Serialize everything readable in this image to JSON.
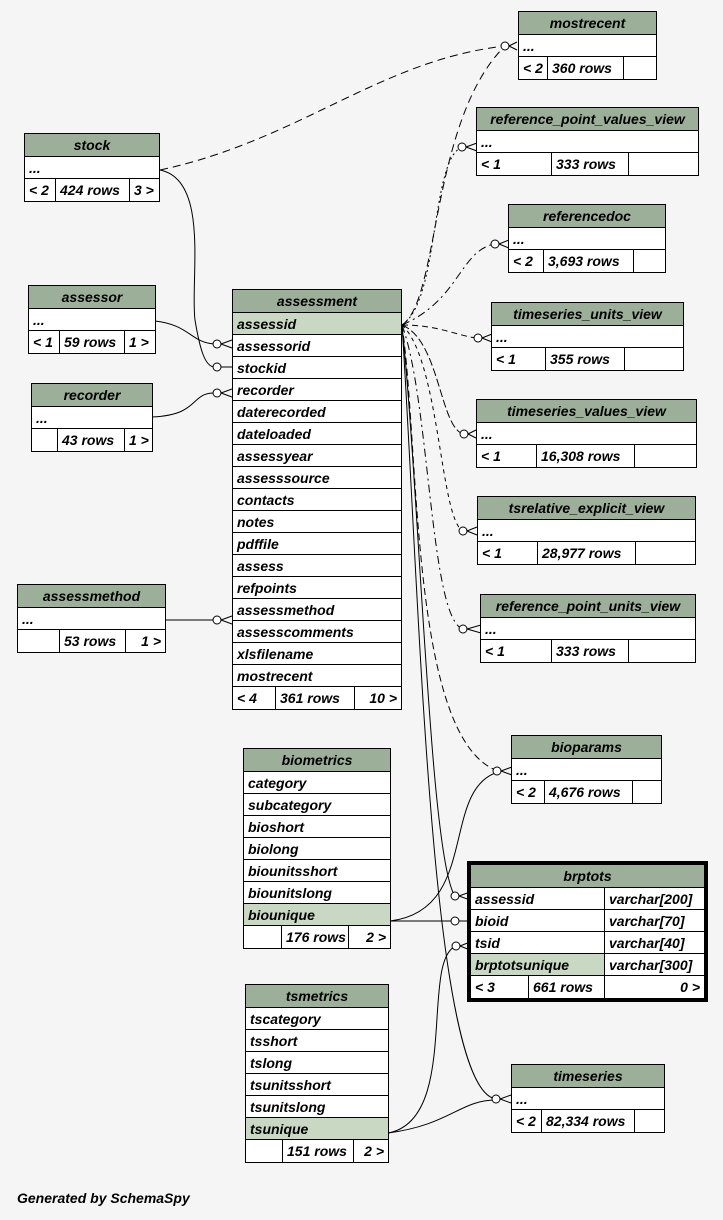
{
  "tables": {
    "mostrecent": {
      "name": "mostrecent",
      "row": "...",
      "foot": [
        "< 2",
        "360 rows",
        ""
      ]
    },
    "stock": {
      "name": "stock",
      "row": "...",
      "foot": [
        "< 2",
        "424 rows",
        "3 >"
      ]
    },
    "reference_point_values_view": {
      "name": "reference_point_values_view",
      "row": "...",
      "foot": [
        "< 1",
        "333 rows",
        ""
      ]
    },
    "referencedoc": {
      "name": "referencedoc",
      "row": "...",
      "foot": [
        "< 2",
        "3,693 rows",
        ""
      ]
    },
    "assessor": {
      "name": "assessor",
      "row": "...",
      "foot": [
        "< 1",
        "59 rows",
        "1 >"
      ]
    },
    "timeseries_units_view": {
      "name": "timeseries_units_view",
      "row": "...",
      "foot": [
        "< 1",
        "355 rows",
        ""
      ]
    },
    "recorder": {
      "name": "recorder",
      "row": "...",
      "foot": [
        "",
        "43 rows",
        "1 >"
      ]
    },
    "timeseries_values_view": {
      "name": "timeseries_values_view",
      "row": "...",
      "foot": [
        "< 1",
        "16,308 rows",
        ""
      ]
    },
    "tsrelative_explicit_view": {
      "name": "tsrelative_explicit_view",
      "row": "...",
      "foot": [
        "< 1",
        "28,977 rows",
        ""
      ]
    },
    "assessmethod": {
      "name": "assessmethod",
      "row": "...",
      "foot": [
        "",
        "53 rows",
        "1 >"
      ]
    },
    "reference_point_units_view": {
      "name": "reference_point_units_view",
      "row": "...",
      "foot": [
        "< 1",
        "333 rows",
        ""
      ]
    },
    "bioparams": {
      "name": "bioparams",
      "row": "...",
      "foot": [
        "< 2",
        "4,676 rows",
        ""
      ]
    },
    "timeseries": {
      "name": "timeseries",
      "row": "...",
      "foot": [
        "< 2",
        "82,334 rows",
        ""
      ]
    },
    "assessment": {
      "name": "assessment",
      "columns": [
        "assessid",
        "assessorid",
        "stockid",
        "recorder",
        "daterecorded",
        "dateloaded",
        "assessyear",
        "assesssource",
        "contacts",
        "notes",
        "pdffile",
        "assess",
        "refpoints",
        "assessmethod",
        "assesscomments",
        "xlsfilename",
        "mostrecent"
      ],
      "foot": [
        "< 4",
        "361 rows",
        "10 >"
      ]
    },
    "biometrics": {
      "name": "biometrics",
      "columns": [
        "category",
        "subcategory",
        "bioshort",
        "biolong",
        "biounitsshort",
        "biounitslong",
        "biounique"
      ],
      "foot": [
        "",
        "176 rows",
        "2 >"
      ]
    },
    "tsmetrics": {
      "name": "tsmetrics",
      "columns": [
        "tscategory",
        "tsshort",
        "tslong",
        "tsunitsshort",
        "tsunitslong",
        "tsunique"
      ],
      "foot": [
        "",
        "151 rows",
        "2 >"
      ]
    },
    "brptots": {
      "name": "brptots",
      "columns": [
        {
          "name": "assessid",
          "type": "varchar[200]"
        },
        {
          "name": "bioid",
          "type": "varchar[70]"
        },
        {
          "name": "tsid",
          "type": "varchar[40]"
        },
        {
          "name": "brptotsunique",
          "type": "varchar[300]"
        }
      ],
      "foot": [
        "< 3",
        "661 rows",
        "0 >"
      ]
    }
  },
  "footer_text": "Generated by SchemaSpy"
}
